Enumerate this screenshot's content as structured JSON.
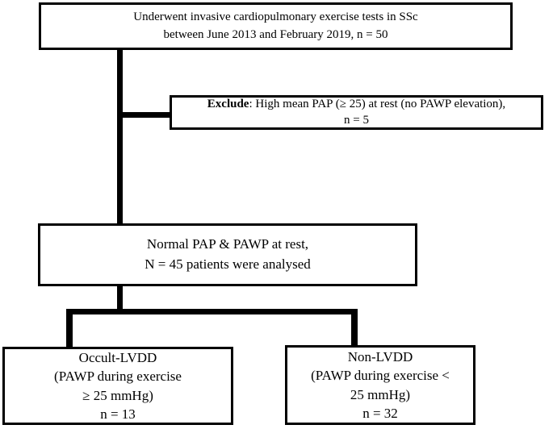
{
  "diagram": {
    "title_semantic": "SSc cardiopulmonary exercise test patient-selection flowchart",
    "colors": {
      "line": "#000000",
      "text": "#000000",
      "background": "#ffffff"
    },
    "top_box": {
      "lines": [
        "Underwent invasive cardiopulmonary exercise tests in SSc",
        "between June 2013 and February 2019, n = 50"
      ]
    },
    "exclude_box": {
      "bold": "Exclude",
      "after_bold": ": High mean PAP (≥ 25) at rest (no PAWP elevation),",
      "line2": "n = 5"
    },
    "middle_box": {
      "lines": [
        "Normal PAP & PAWP at rest,",
        "N = 45 patients were analysed"
      ]
    },
    "occult_box": {
      "lines": [
        "Occult-LVDD",
        "(PAWP during exercise",
        "≥ 25 mmHg)",
        "n = 13"
      ]
    },
    "non_lvdd_box": {
      "lines": [
        "Non-LVDD",
        "(PAWP during exercise <",
        "25 mmHg)",
        "n = 32"
      ]
    }
  }
}
